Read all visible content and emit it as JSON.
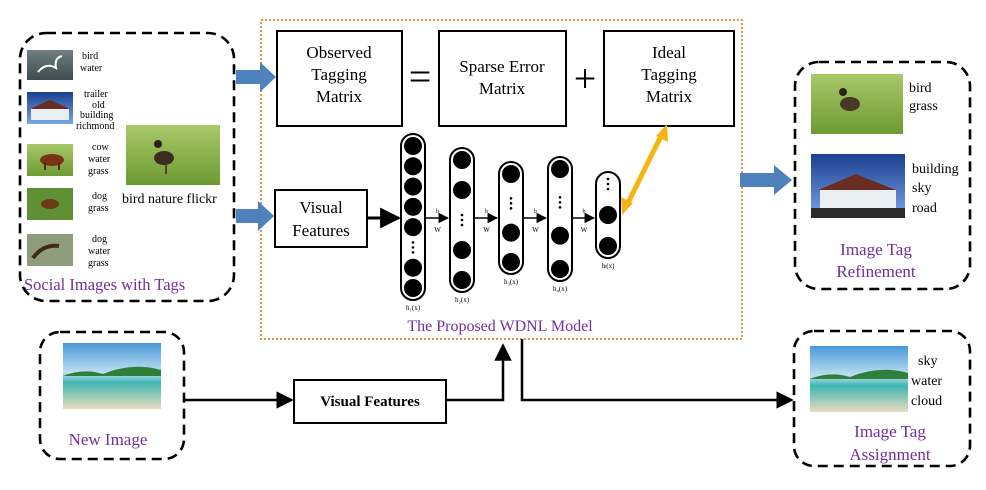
{
  "colors": {
    "accent_purple": "#7030a0",
    "arrow_blue": "#4f81bd",
    "arrow_yellow": "#f5b40f",
    "model_border": "#e36c09",
    "node_fill": "#000000"
  },
  "social_panel": {
    "label": "Social Images with Tags",
    "items": [
      {
        "tags": [
          "bird",
          "water"
        ]
      },
      {
        "tags": [
          "trailer",
          "old",
          "building",
          "richmond"
        ]
      },
      {
        "tags": [
          "cow",
          "water",
          "grass"
        ]
      },
      {
        "tags": [
          "dog",
          "grass"
        ]
      },
      {
        "tags": [
          "dog",
          "water",
          "grass"
        ]
      }
    ],
    "featured_tags": "bird nature flickr"
  },
  "model": {
    "title": "The Proposed WDNL Model",
    "observed": [
      "Observed",
      "Tagging",
      "Matrix"
    ],
    "equals": "=",
    "sparse": [
      "Sparse Error",
      "Matrix"
    ],
    "plus": "+",
    "ideal": [
      "Ideal",
      "Tagging",
      "Matrix"
    ],
    "visual_features": [
      "Visual",
      "Features"
    ],
    "network": {
      "layers": [
        {
          "nodes": 7,
          "dots": true,
          "output_label": "h₁(x)"
        },
        {
          "nodes": 4,
          "dots": true,
          "output_label": "h₂(x)"
        },
        {
          "nodes": 3,
          "dots": true,
          "output_label": "h₃(x)"
        },
        {
          "nodes": 3,
          "dots": true,
          "output_label": "h₄(x)"
        },
        {
          "nodes": 2,
          "dots": true,
          "output_label": "hₗ(x)"
        }
      ],
      "connections": [
        {
          "top": "b",
          "bottom": "W"
        },
        {
          "top": "b",
          "bottom": "W"
        },
        {
          "top": "b",
          "bottom": "W"
        },
        {
          "top": "b",
          "bottom": "W"
        }
      ]
    }
  },
  "refinement": {
    "label": [
      "Image Tag",
      "Refinement"
    ],
    "items": [
      {
        "tags": [
          "bird",
          "grass"
        ]
      },
      {
        "tags": [
          "building",
          "sky",
          "road"
        ]
      }
    ]
  },
  "new_image": {
    "label": "New Image"
  },
  "visual_features_box": {
    "label": "Visual Features"
  },
  "assignment": {
    "label": [
      "Image Tag",
      "Assignment"
    ],
    "tags": [
      "sky",
      "water",
      "cloud"
    ]
  },
  "icons": {
    "thumbnails": [
      "bird-water-photo",
      "old-building-photo",
      "cow-grass-photo",
      "dog-grass-photo",
      "dog-water-photo"
    ],
    "featured": "bird-grass-photo",
    "beach": "beach-photo"
  }
}
